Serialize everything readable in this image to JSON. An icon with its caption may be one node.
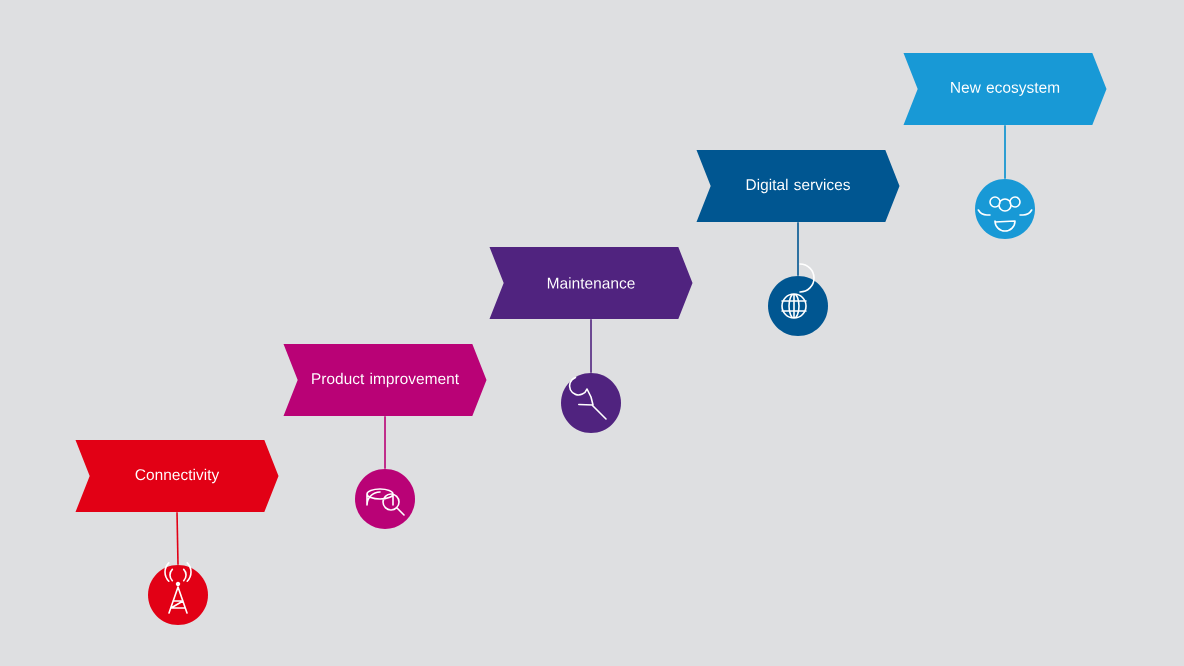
{
  "diagram": {
    "nodes": [
      {
        "text": [
          "Connectivity"
        ]
      },
      {
        "text": [],
        "shape": "circle"
      },
      {
        "text": [
          "Product improvement"
        ]
      },
      {
        "text": [],
        "shape": "circle"
      },
      {
        "text": [
          "Maintenance"
        ]
      },
      {
        "text": [],
        "shape": "circle"
      },
      {
        "text": [
          "Digital services"
        ]
      },
      {
        "text": [],
        "shape": "circle"
      },
      {
        "text": [
          "New ecosystem"
        ]
      },
      {
        "text": [],
        "shape": "circle"
      }
    ],
    "edges": [
      {
        "from": 0,
        "to": 1,
        "arrow": "none",
        "color": "#e20015"
      },
      {
        "from": 2,
        "to": 3,
        "arrow": "none",
        "color": "#b90276"
      },
      {
        "from": 4,
        "to": 5,
        "arrow": "none",
        "color": "#50237f"
      },
      {
        "from": 6,
        "to": 7,
        "arrow": "none",
        "color": "#005691"
      },
      {
        "from": 8,
        "to": 9,
        "arrow": "none",
        "color": "#008ecf"
      }
    ]
  }
}
